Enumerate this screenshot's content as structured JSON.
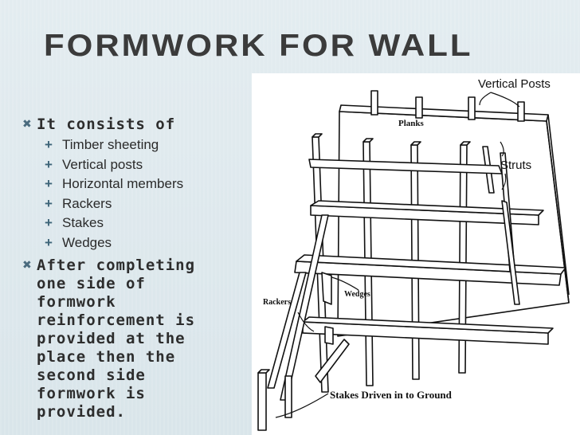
{
  "slide": {
    "title": "FORMWORK FOR WALL",
    "bullets": [
      {
        "text": "It consists of",
        "sub": [
          "Timber sheeting",
          "Vertical posts",
          "Horizontal members",
          "Rackers",
          "Stakes",
          "Wedges"
        ]
      },
      {
        "text": "After completing\none side of\nformwork\nreinforcement is\nprovided at the\nplace then the\nsecond side\nformwork is\nprovided."
      }
    ],
    "figure": {
      "labels": {
        "vertical_posts": "Vertical Posts",
        "planks": "Planks",
        "struts": "Struts",
        "rackers": "Rackers",
        "wedges": "Wedges",
        "stakes": "Stakes Driven in to Ground"
      }
    },
    "colors": {
      "title": "#3b3b3b",
      "bullet_marker": "#4a6b7e",
      "background": "#dfe9ee"
    }
  }
}
